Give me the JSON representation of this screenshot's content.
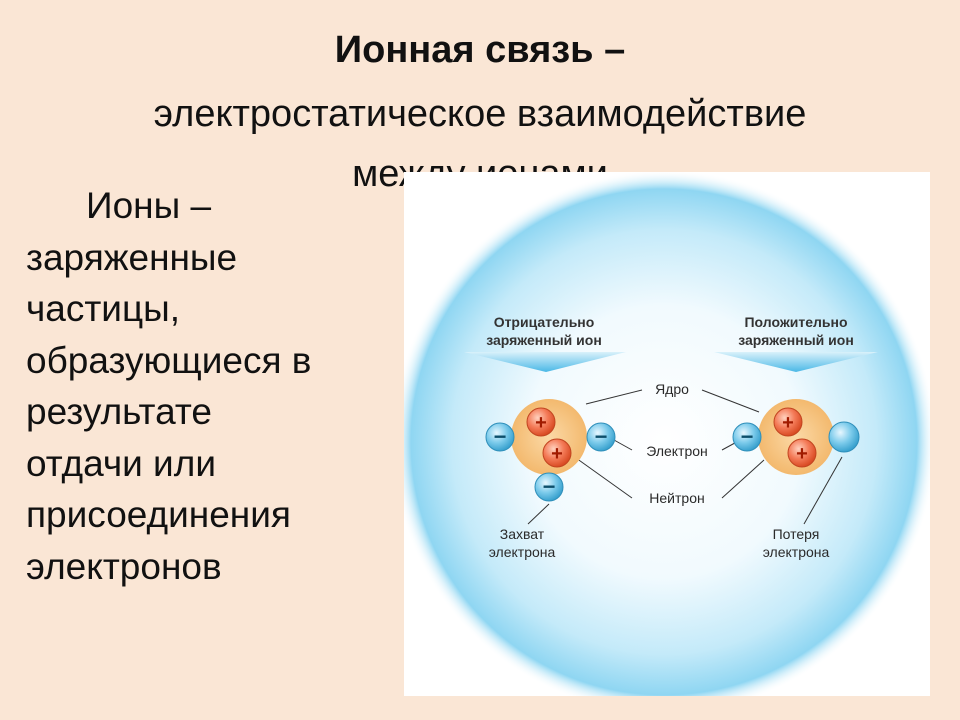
{
  "slide": {
    "title": "Ионная связь –",
    "subtitle_lines": [
      "электростатическое  взаимодействие",
      "между  ионами"
    ],
    "body_lines": [
      "Ионы –",
      "заряженные",
      "частицы,",
      "образующиеся в",
      "результате",
      "отдачи или",
      "присоединения",
      "электронов"
    ]
  },
  "diagram": {
    "neg_ion_header": [
      "Отрицательно",
      "заряженный ион"
    ],
    "pos_ion_header": [
      "Положительно",
      "заряженный ион"
    ],
    "nucleus_label": "Ядро",
    "electron_label": "Электрон",
    "neutron_label": "Нейтрон",
    "capture_label": [
      "Захват",
      "электрона"
    ],
    "loss_label": [
      "Потеря",
      "электрона"
    ],
    "plus_sign": "+",
    "minus_sign": "−",
    "colors": {
      "background": "#fae6d5",
      "glow": "#7fd0f0",
      "arrow": "#4ab8e6",
      "nucleus": "#f7c98a",
      "proton": "#ef6a45",
      "electron": "#5fbbe3"
    }
  }
}
